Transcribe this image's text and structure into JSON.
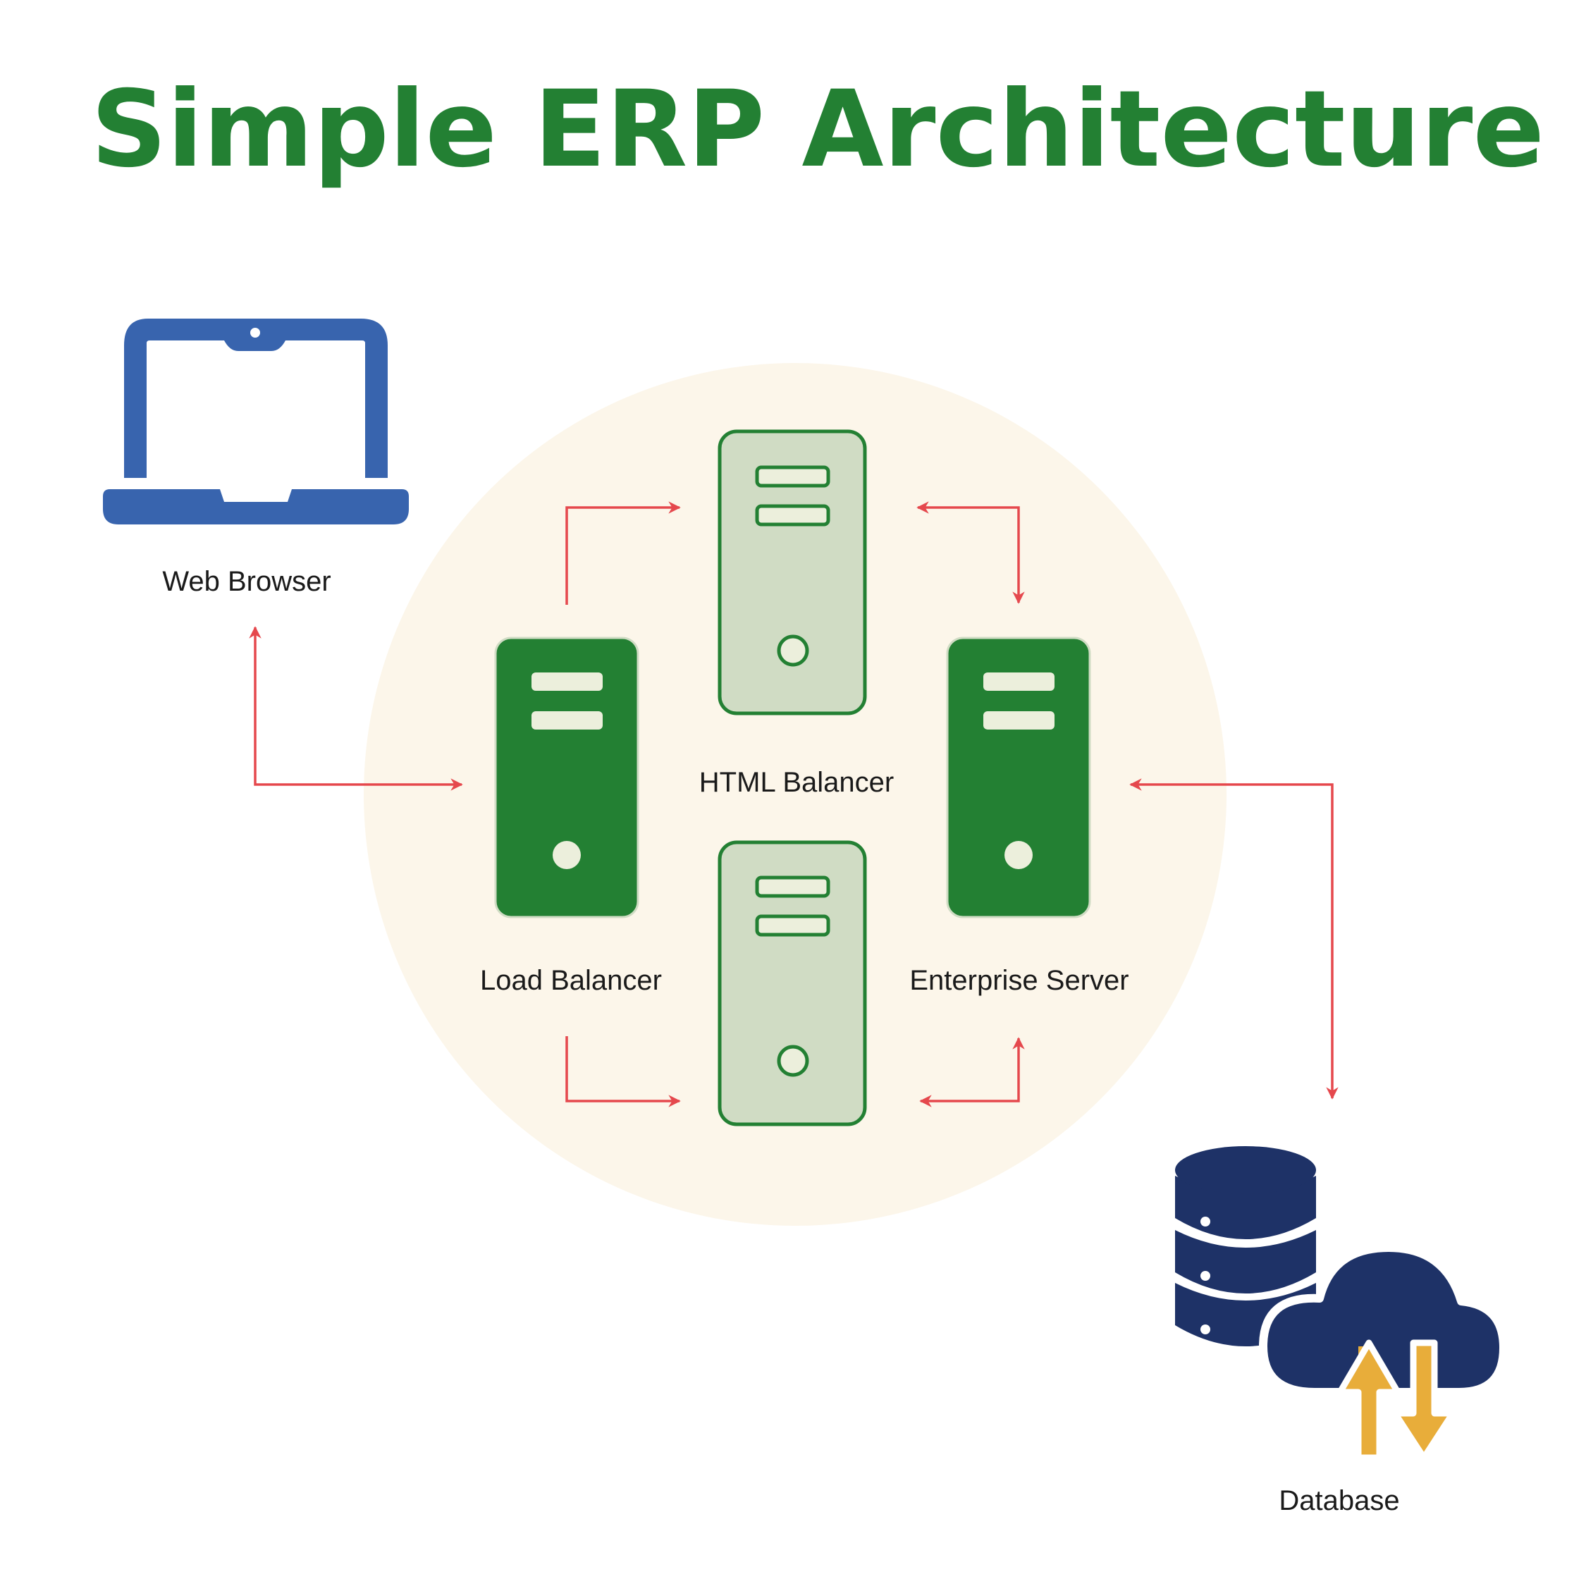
{
  "title": "Simple ERP Architecture",
  "nodes": {
    "web_browser": "Web Browser",
    "load_balancer": "Load Balancer",
    "html_balancer": "HTML Balancer",
    "enterprise_server": "Enterprise Server",
    "database": "Database"
  },
  "icons": {
    "web_browser": "laptop-icon",
    "load_balancer": "server-tower-icon",
    "html_balancer": "server-tower-icon",
    "enterprise_server": "server-tower-icon",
    "secondary_server": "server-tower-icon",
    "database": "database-cloud-sync-icon"
  },
  "edges": [
    {
      "from": "web_browser",
      "to": "load_balancer",
      "direction": "both"
    },
    {
      "from": "load_balancer",
      "to": "html_balancer",
      "direction": "forward"
    },
    {
      "from": "html_balancer",
      "to": "enterprise_server",
      "direction": "both"
    },
    {
      "from": "load_balancer",
      "to": "secondary_server",
      "direction": "forward"
    },
    {
      "from": "enterprise_server",
      "to": "secondary_server",
      "direction": "both"
    },
    {
      "from": "enterprise_server",
      "to": "database",
      "direction": "both"
    }
  ],
  "colors": {
    "title": "#238033",
    "server_dark": "#238033",
    "server_light": "#d0dcc4",
    "server_outline": "#238033",
    "background_circle": "#fcf6ea",
    "arrow": "#e5484d",
    "laptop": "#3864ae",
    "database": "#1e3267",
    "sync_arrows": "#e8ad3a",
    "text": "#1a1a1a"
  }
}
